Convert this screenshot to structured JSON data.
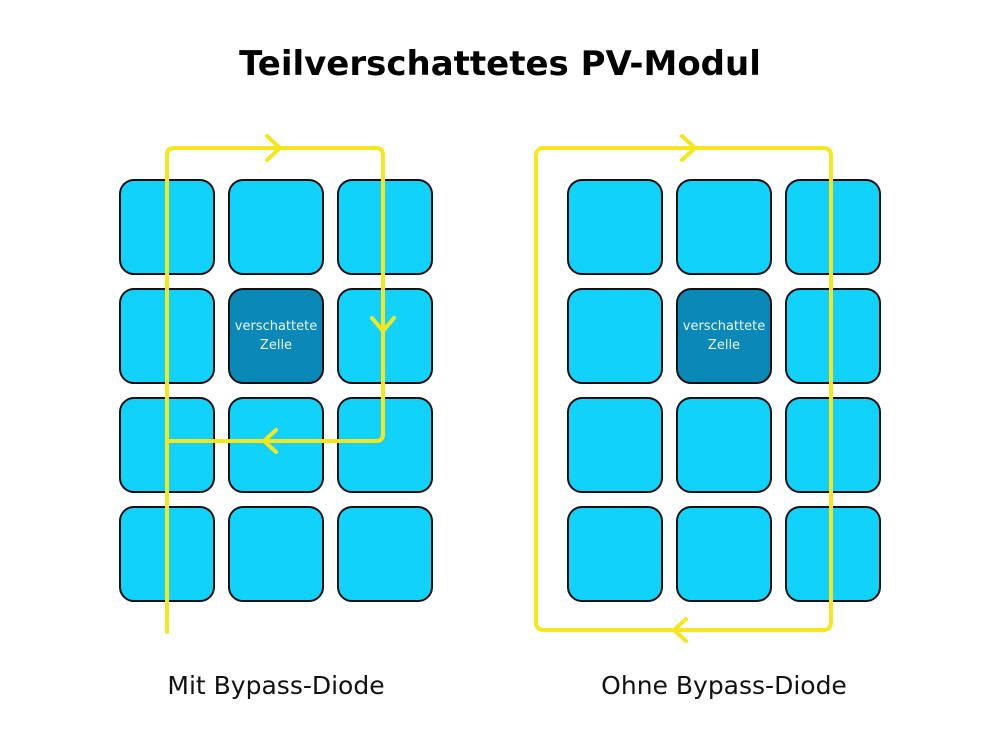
{
  "title": "Teilverschattetes PV-Modul",
  "colors": {
    "cell": "#11d2fb",
    "shaded_cell": "#0a88b8",
    "cell_border": "#111111",
    "current_path": "#f5e61e",
    "shaded_text": "#e8f6ff"
  },
  "grid": {
    "rows": 4,
    "cols": 3
  },
  "panels": [
    {
      "label": "Mit Bypass-Diode",
      "shaded_cell": {
        "row": 1,
        "col": 1
      },
      "shaded_text_line1": "verschattete",
      "shaded_text_line2": "Zelle"
    },
    {
      "label": "Ohne Bypass-Diode",
      "shaded_cell": {
        "row": 1,
        "col": 1
      },
      "shaded_text_line1": "verschattete",
      "shaded_text_line2": "Zelle"
    }
  ]
}
